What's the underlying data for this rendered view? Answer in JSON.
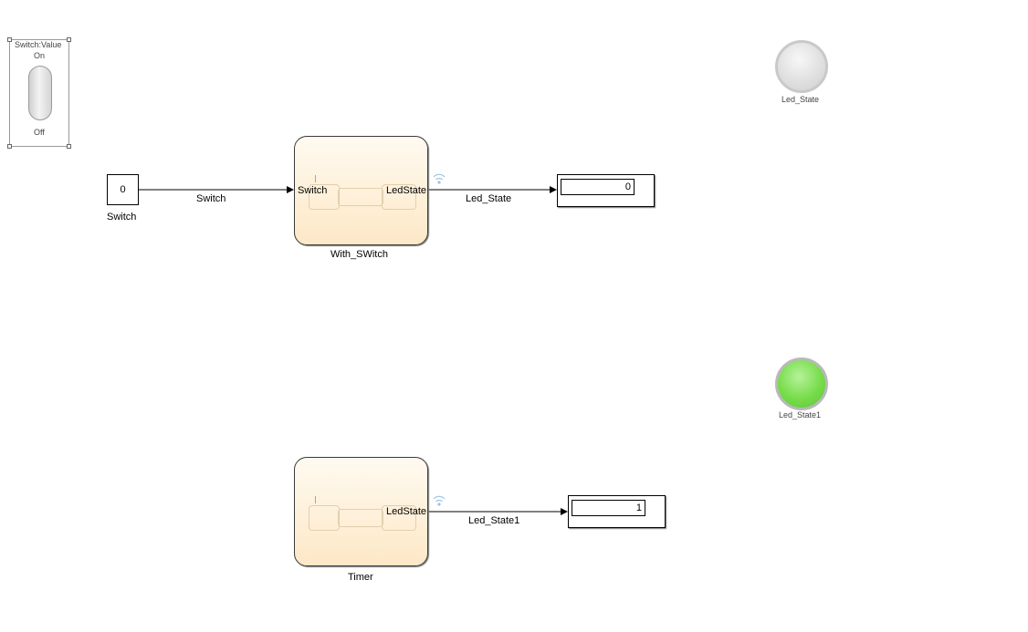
{
  "toggle_switch": {
    "title": "Switch:Value",
    "on_label": "On",
    "off_label": "Off"
  },
  "constant_block": {
    "value": "0",
    "name": "Switch"
  },
  "chart_with_switch": {
    "name": "With_SWitch",
    "input_port": "Switch",
    "output_port": "LedState"
  },
  "chart_timer": {
    "name": "Timer",
    "output_port": "LedState"
  },
  "signals": {
    "switch_line": "Switch",
    "led_state_line": "Led_State",
    "led_state1_line": "Led_State1"
  },
  "display_1": {
    "value": "0"
  },
  "display_2": {
    "value": "1"
  },
  "lamp_1": {
    "label": "Led_State",
    "state": "off",
    "color": "#dedede"
  },
  "lamp_2": {
    "label": "Led_State1",
    "state": "on",
    "color": "#77dc4a"
  }
}
